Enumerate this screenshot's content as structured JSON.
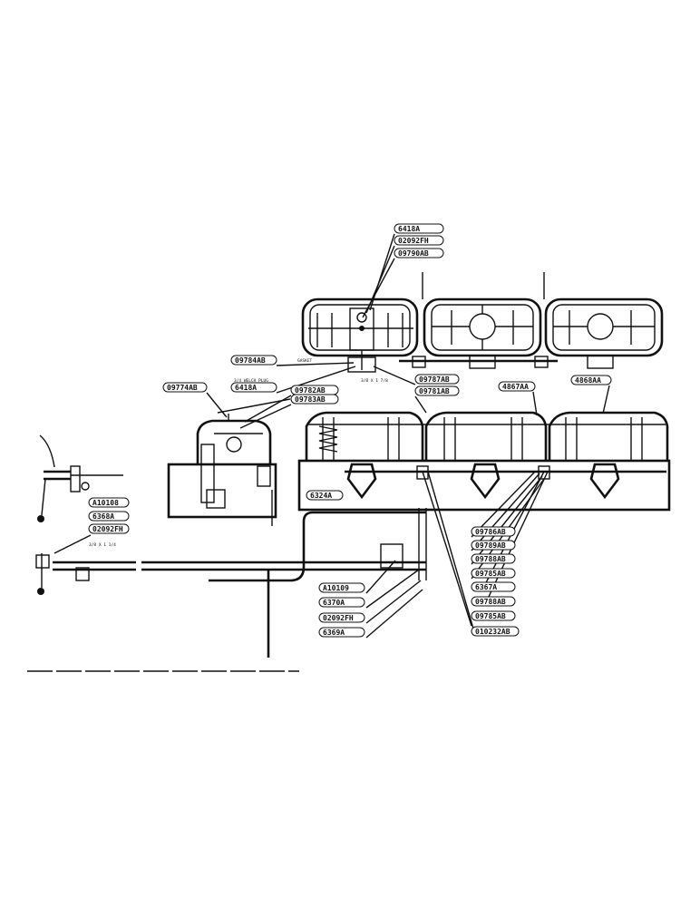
{
  "callouts": [
    {
      "id": "c-6418a-top",
      "text": "6418A"
    },
    {
      "id": "c-02092fh-top",
      "text": "02092FH"
    },
    {
      "id": "c-09790ab",
      "text": "09790AB"
    },
    {
      "id": "c-09784ab",
      "text": "09784AB"
    },
    {
      "id": "c-6418a-mid",
      "text": "6418A"
    },
    {
      "id": "c-09774ab",
      "text": "09774AB"
    },
    {
      "id": "c-09782ab",
      "text": "09782AB"
    },
    {
      "id": "c-09783ab",
      "text": "09783AB"
    },
    {
      "id": "c-09787ab",
      "text": "09787AB"
    },
    {
      "id": "c-09781ab",
      "text": "09781AB"
    },
    {
      "id": "c-4867aa",
      "text": "4867AA"
    },
    {
      "id": "c-4868aa",
      "text": "4868AA"
    },
    {
      "id": "c-6324a",
      "text": "6324A"
    },
    {
      "id": "c-a10108",
      "text": "A10108"
    },
    {
      "id": "c-6368a",
      "text": "6368A"
    },
    {
      "id": "c-02092fh-left",
      "text": "02092FH"
    },
    {
      "id": "c-09786ab",
      "text": "09786AB"
    },
    {
      "id": "c-09789ab",
      "text": "09789AB"
    },
    {
      "id": "c-09788ab-1",
      "text": "09788AB"
    },
    {
      "id": "c-09785ab-1",
      "text": "09785AB"
    },
    {
      "id": "c-6367a",
      "text": "6367A"
    },
    {
      "id": "c-09788ab-2",
      "text": "09788AB"
    },
    {
      "id": "c-09785ab-2",
      "text": "09785AB"
    },
    {
      "id": "c-010232ab",
      "text": "010232AB"
    },
    {
      "id": "c-a10109",
      "text": "A10109"
    },
    {
      "id": "c-6370a",
      "text": "6370A"
    },
    {
      "id": "c-02092fh-low",
      "text": "02092FH"
    },
    {
      "id": "c-6369a",
      "text": "6369A"
    }
  ],
  "notes": {
    "gasket": "GASKET",
    "welch_plug": "3/4 WELCH PLUG",
    "small_note": "3/8 X 1 7/8",
    "left_small_note": "3/8 X 1 1/4"
  }
}
